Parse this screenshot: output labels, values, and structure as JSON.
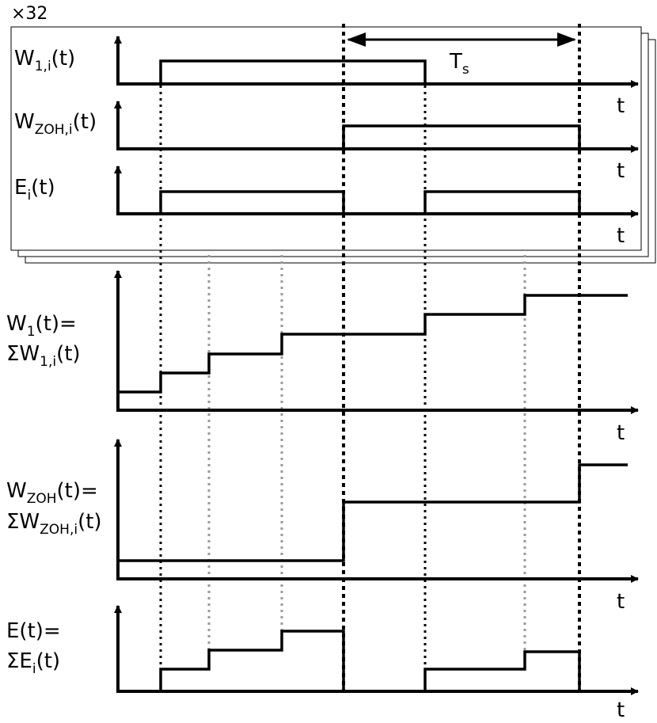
{
  "stack_count": "×32",
  "stack_panel": {
    "signals": [
      {
        "main": "W",
        "sub": "1,i",
        "tail": "(t)"
      },
      {
        "main": "W",
        "sub": "ZOH,i",
        "tail": "(t)"
      },
      {
        "main": "E",
        "sub": "i",
        "tail": "(t)"
      }
    ],
    "period": {
      "main": "T",
      "sub": "s"
    }
  },
  "lower_panels": [
    {
      "line1": {
        "main": "W",
        "sub": "1",
        "tail": "(t)="
      },
      "line2": {
        "main": "ΣW",
        "sub": "1,i",
        "tail": "(t)"
      }
    },
    {
      "line1": {
        "main": "W",
        "sub": "ZOH",
        "tail": "(t)="
      },
      "line2": {
        "main": "ΣW",
        "sub": "ZOH,i",
        "tail": "(t)"
      }
    },
    {
      "line1": {
        "main": "E(t)=",
        "sub": "",
        "tail": ""
      },
      "line2": {
        "main": "ΣE",
        "sub": "i",
        "tail": "(t)"
      }
    }
  ],
  "axis_label": "t"
}
